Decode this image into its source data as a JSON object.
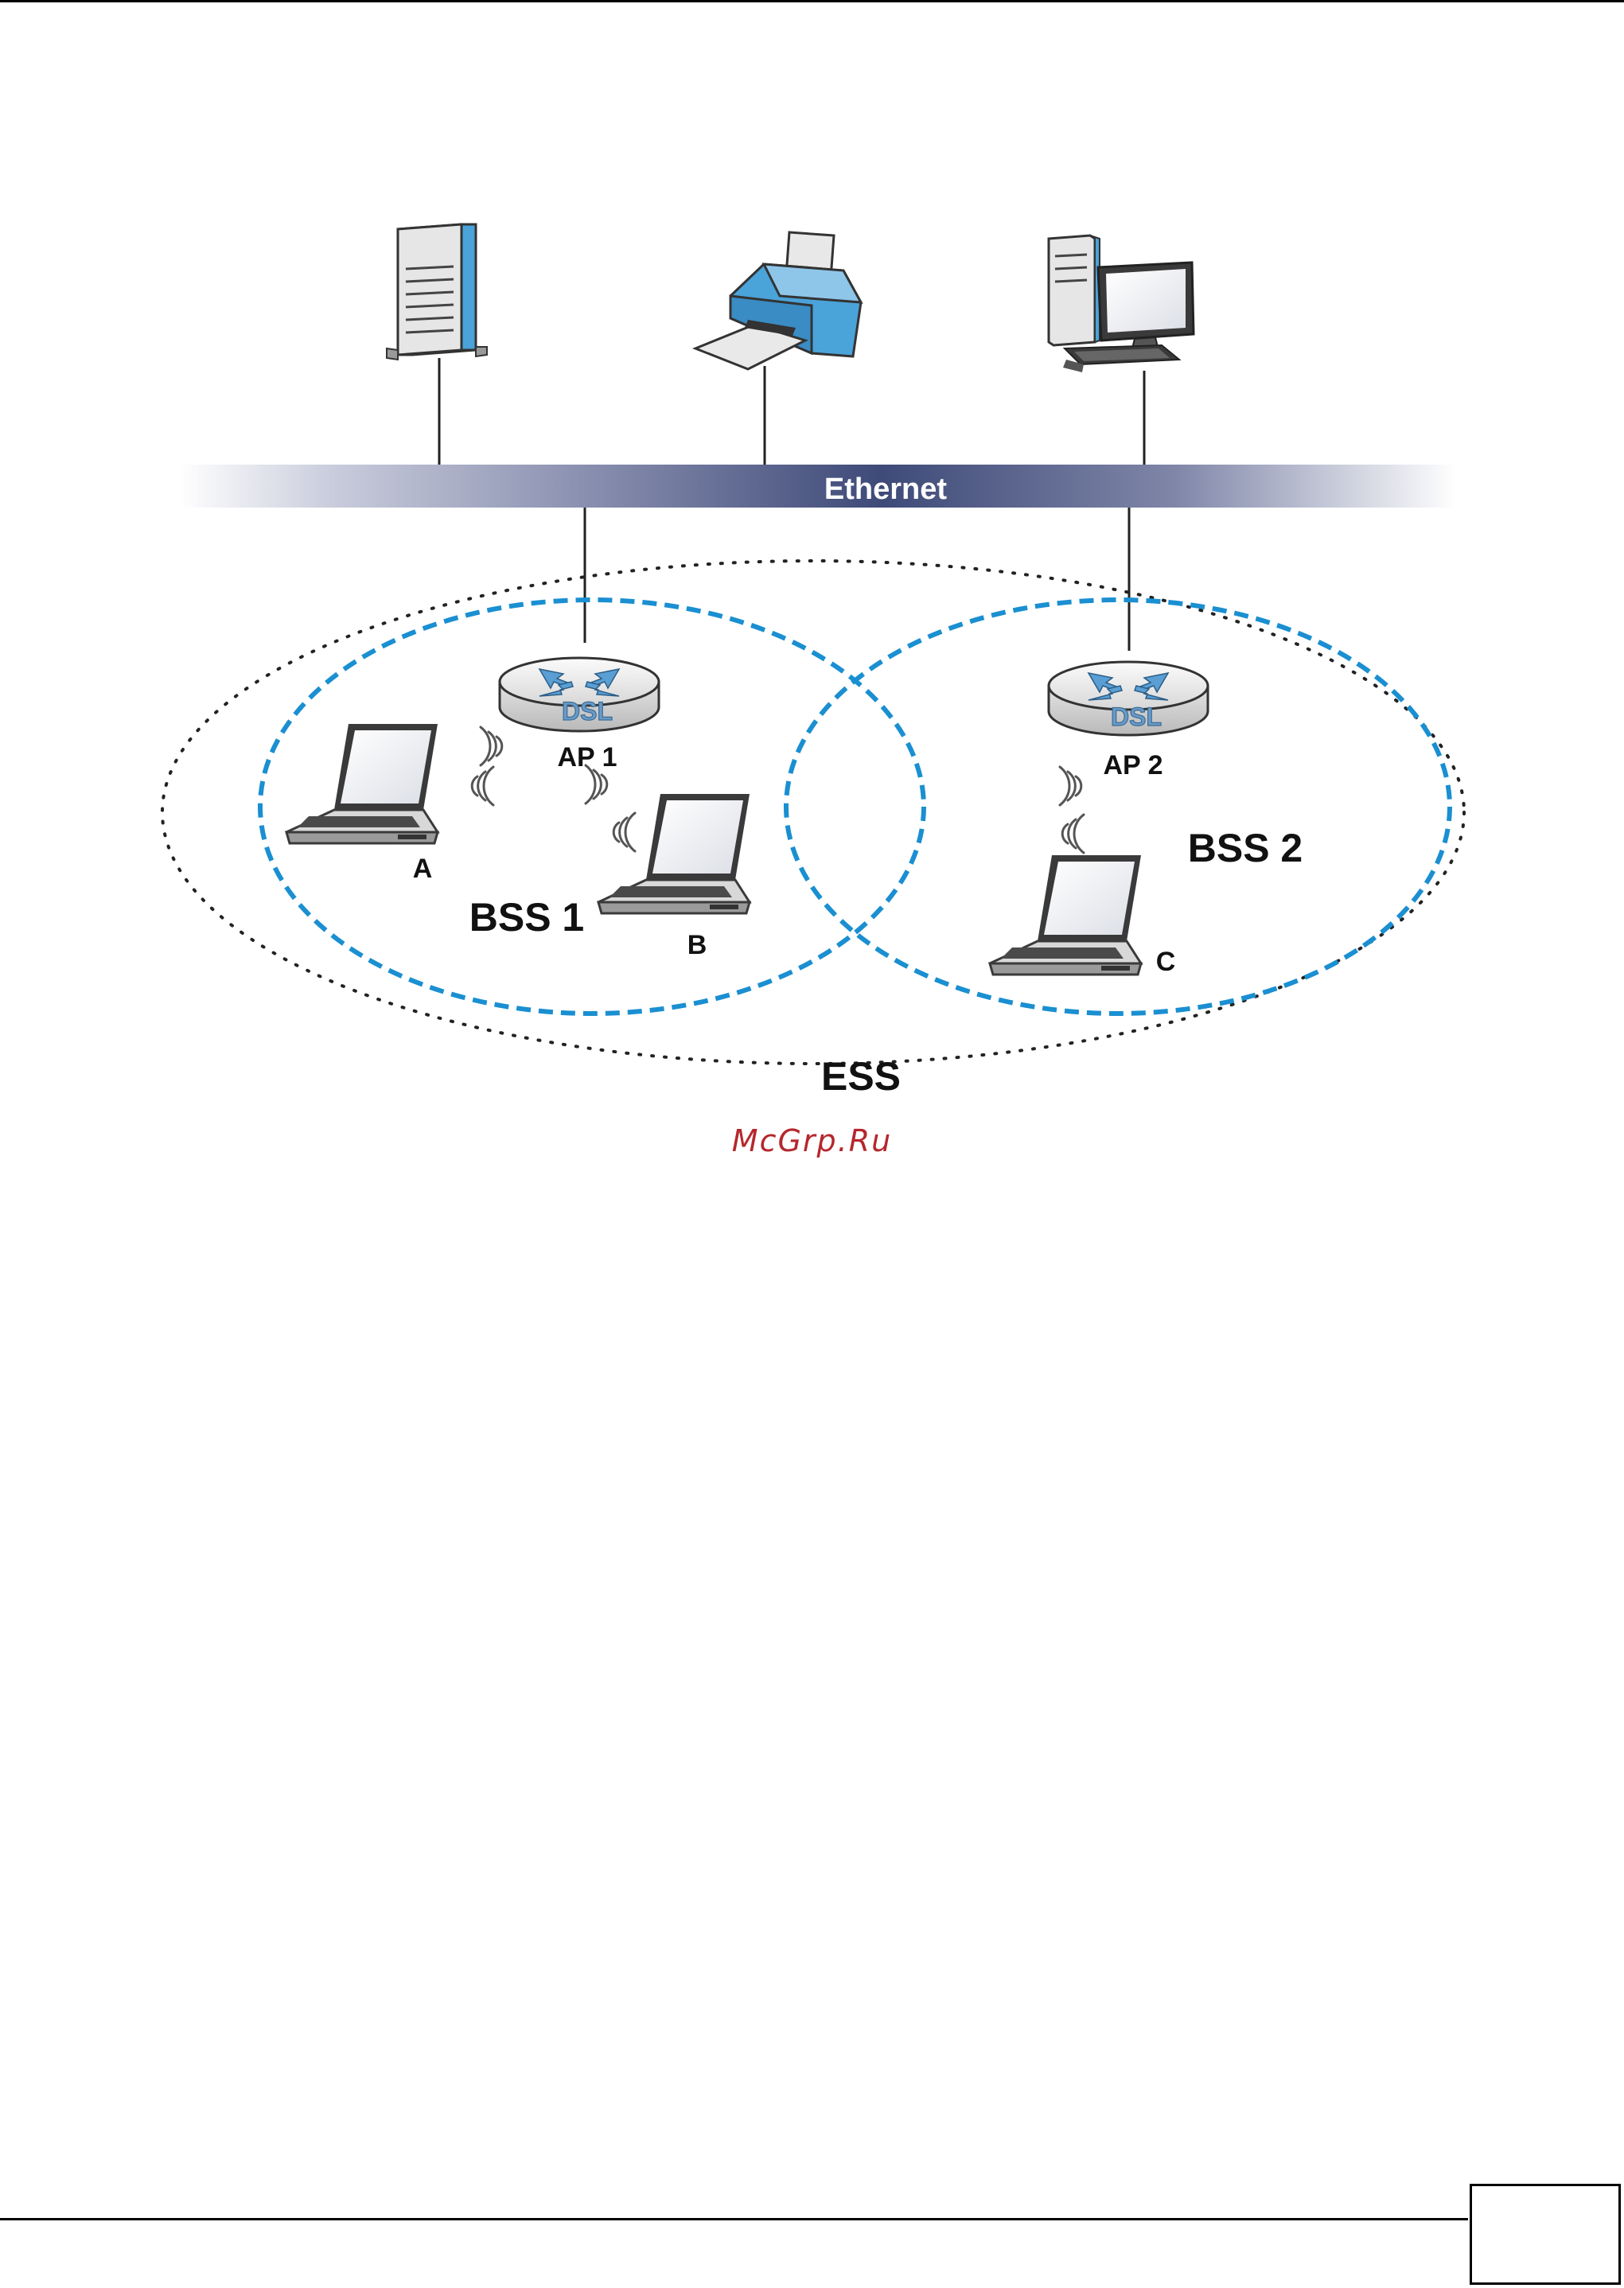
{
  "diagram": {
    "bus_label": "Ethernet",
    "ap1": {
      "name": "AP 1",
      "device_text": "DSL"
    },
    "ap2": {
      "name": "AP 2",
      "device_text": "DSL"
    },
    "bss1": "BSS 1",
    "bss2": "BSS 2",
    "ess": "ESS",
    "laptop_a": "A",
    "laptop_b": "B",
    "laptop_c": "C",
    "colors": {
      "bss_ring": "#1a8fd1",
      "bus_dark": "#3e4a78",
      "device_blue": "#4aa3d9",
      "arrow_blue": "#5a9fd4"
    }
  },
  "watermark": "McGrp.Ru"
}
